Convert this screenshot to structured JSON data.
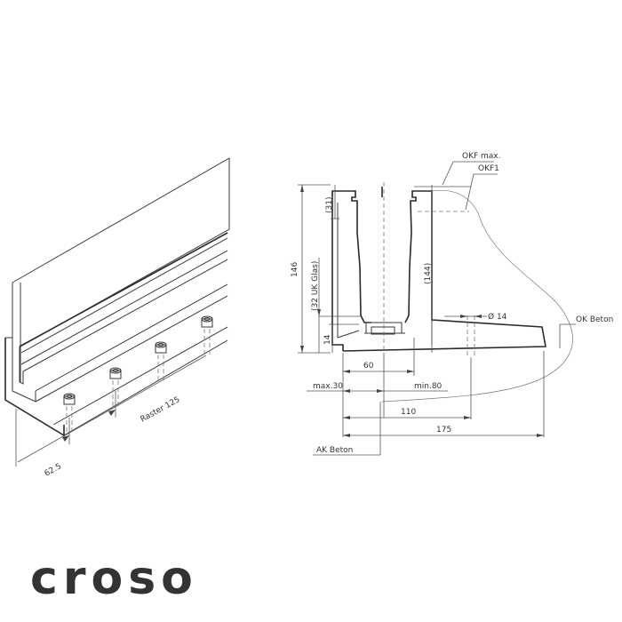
{
  "left_view": {
    "raster_label": "Raster 125",
    "edge_label": "62.5"
  },
  "section_view": {
    "okf_max": "OKF max.",
    "okf1": "OKF1",
    "ok_beton": "OK Beton",
    "ak_beton": "AK Beton",
    "dim_146": "146",
    "dim_31": "(31)",
    "dim_glass": "(32 UK Glas)",
    "dim_144": "(144)",
    "dim_14": "14",
    "dim_hole": "Ø 14",
    "dim_60": "60",
    "dim_max30": "max.30",
    "dim_min80": "min.80",
    "dim_110": "110",
    "dim_175": "175"
  },
  "brand": {
    "logo_text": "croso",
    "color": "#333333"
  }
}
